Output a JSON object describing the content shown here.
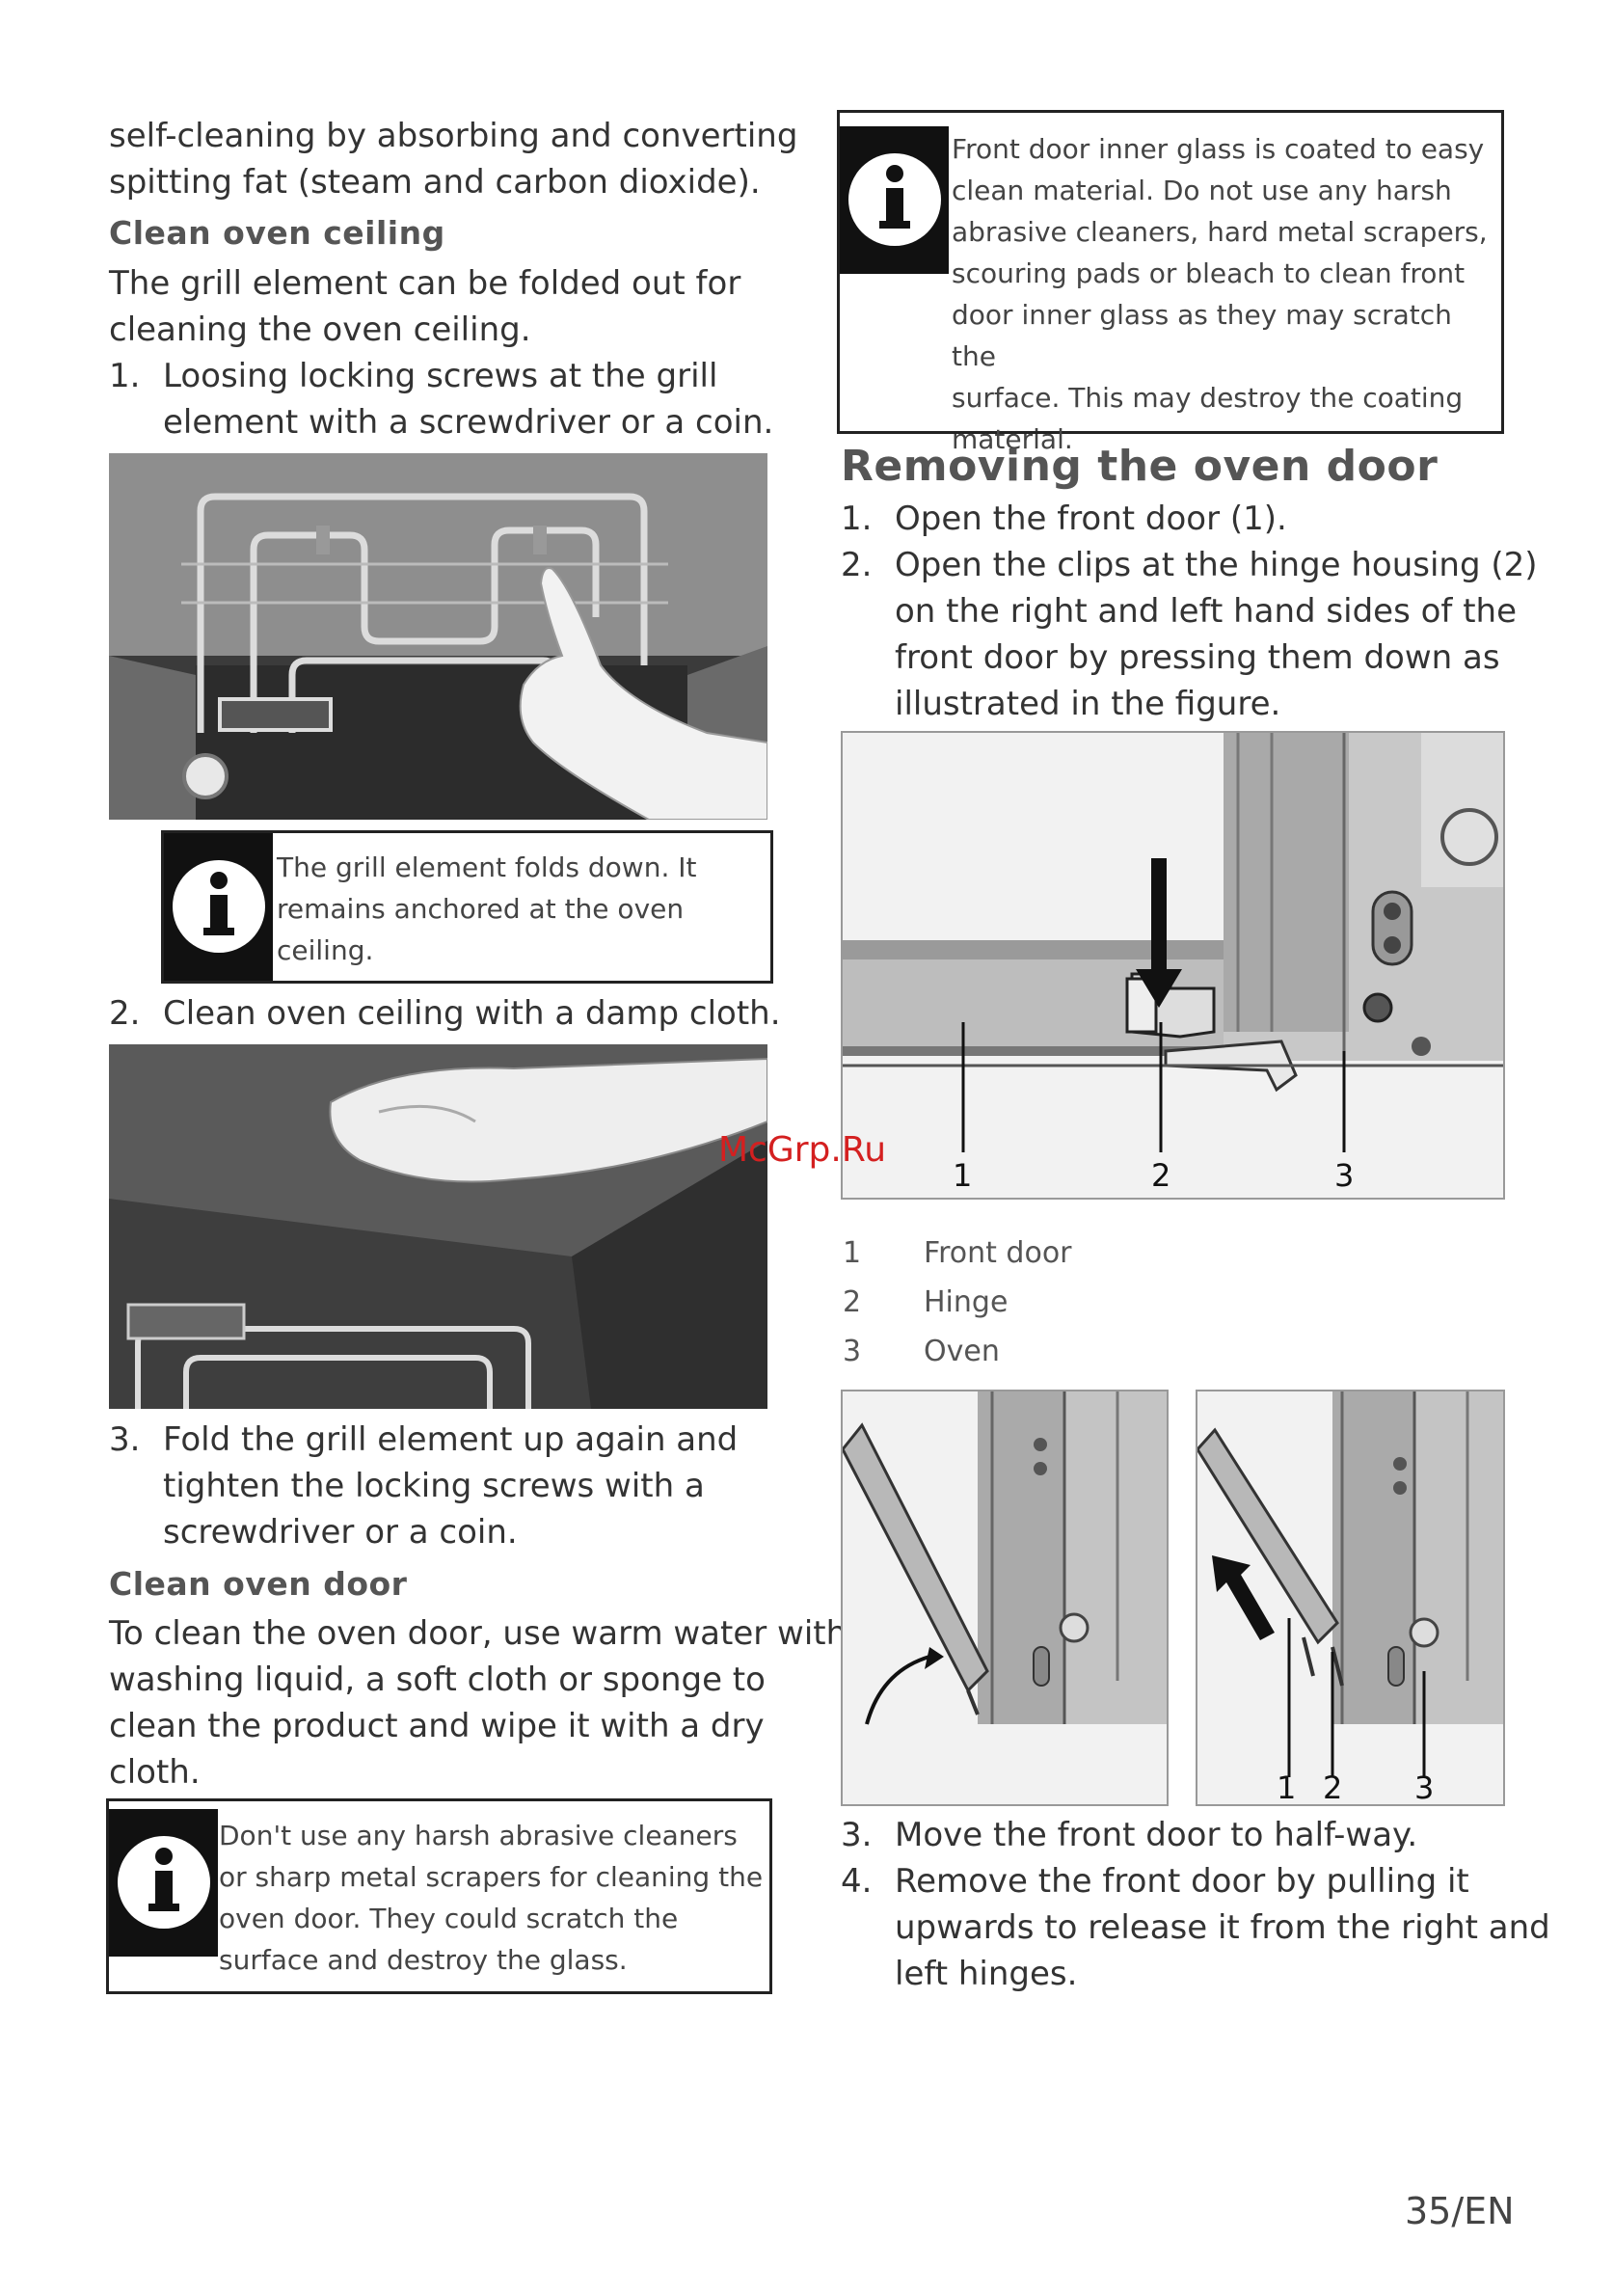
{
  "left": {
    "intro": [
      "self-cleaning by absorbing and converting",
      "spitting fat (steam and carbon dioxide)."
    ],
    "ceiling_heading": "Clean oven ceiling",
    "ceiling_text": [
      "The grill element can be folded out for",
      "cleaning the oven ceiling."
    ],
    "step1": {
      "num": "1.",
      "lines": [
        "Loosing locking screws at the grill",
        "element with a screwdriver or a coin."
      ]
    },
    "note1": [
      "The grill element folds down. It",
      "remains anchored at the oven",
      "ceiling."
    ],
    "step2": {
      "num": "2.",
      "lines": [
        "Clean oven ceiling with a damp cloth."
      ]
    },
    "step3": {
      "num": "3.",
      "lines": [
        "Fold the grill element up again and",
        "tighten the locking screws with a",
        "screwdriver or a coin."
      ]
    },
    "door_heading": "Clean oven door",
    "door_text": [
      "To clean the oven door, use warm water with",
      "washing liquid, a soft cloth or sponge to",
      "clean the product and wipe it with a dry",
      "cloth."
    ],
    "note2": [
      "Don't use any harsh abrasive cleaners",
      "or sharp metal scrapers for cleaning the",
      "oven door. They could scratch the",
      "surface and destroy the glass."
    ]
  },
  "right": {
    "note3": [
      "Front door inner glass is coated to easy",
      "clean material. Do not use any harsh",
      "abrasive cleaners,  hard metal scrapers,",
      "scouring pads or bleach  to clean  front",
      "door inner glass as they may scratch the",
      "surface. This may destroy the coating",
      "material."
    ],
    "heading": "Removing the oven door",
    "step1": {
      "num": "1.",
      "lines": [
        "Open the front door (1)."
      ]
    },
    "step2": {
      "num": "2.",
      "lines": [
        "Open the clips at the hinge housing (2)",
        "on the right and left hand sides of the",
        "front door by pressing them down as",
        "illustrated in the figure."
      ]
    },
    "fig_labels": [
      "1",
      "2",
      "3"
    ],
    "legend": [
      {
        "num": "1",
        "text": "Front door"
      },
      {
        "num": "2",
        "text": "Hinge"
      },
      {
        "num": "3",
        "text": "Oven"
      }
    ],
    "fig2_labels": [
      "1",
      "2",
      "3"
    ],
    "step3": {
      "num": "3.",
      "lines": [
        "Move the front door to half-way."
      ]
    },
    "step4": {
      "num": "4.",
      "lines": [
        "Remove the front door by pulling it",
        "upwards to release it from the right and",
        "left hinges."
      ]
    }
  },
  "watermark": "McGrp.Ru",
  "page_number": "35/EN",
  "icons": {
    "info": "info-icon"
  }
}
